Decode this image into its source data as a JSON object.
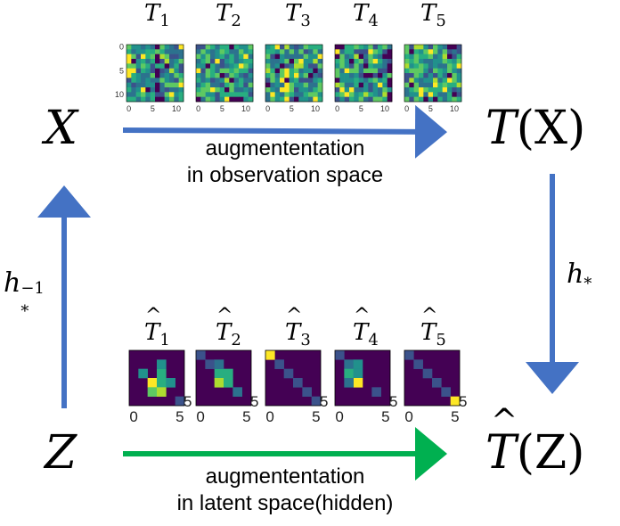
{
  "nodes": {
    "x": "X",
    "tx_t": "T",
    "tx_paren": "(X)",
    "z": "Z",
    "tz_t": "T",
    "tz_hat": "^",
    "tz_paren": "(Z)"
  },
  "edges": {
    "top_caption_line1": "augmententation",
    "top_caption_line2": "in observation space",
    "bottom_caption_line1": "augmententation",
    "bottom_caption_line2": "in latent space(hidden)",
    "right_label_base": "h",
    "right_label_sub": "*",
    "left_label_base": "h",
    "left_label_sub": "*",
    "left_label_sup": "−1"
  },
  "top_matrices": {
    "labels": [
      {
        "base": "T",
        "sub": "1"
      },
      {
        "base": "T",
        "sub": "2"
      },
      {
        "base": "T",
        "sub": "3"
      },
      {
        "base": "T",
        "sub": "4"
      },
      {
        "base": "T",
        "sub": "5"
      }
    ],
    "y_ticks": [
      "0",
      "5",
      "10"
    ],
    "x_ticks": [
      "0",
      "5",
      "10"
    ]
  },
  "bottom_matrices": {
    "labels": [
      {
        "base": "T",
        "hat": "^",
        "sub": "1"
      },
      {
        "base": "T",
        "hat": "^",
        "sub": "2"
      },
      {
        "base": "T",
        "hat": "^",
        "sub": "3"
      },
      {
        "base": "T",
        "hat": "^",
        "sub": "4"
      },
      {
        "base": "T",
        "hat": "^",
        "sub": "5"
      }
    ],
    "x_ticks": [
      "0",
      "5"
    ],
    "y_tick": "5"
  },
  "colors": {
    "blue_arrow": "#4472c4",
    "green_arrow": "#00b050",
    "viridis_dark": "#440154",
    "viridis_yellow": "#fde725"
  }
}
